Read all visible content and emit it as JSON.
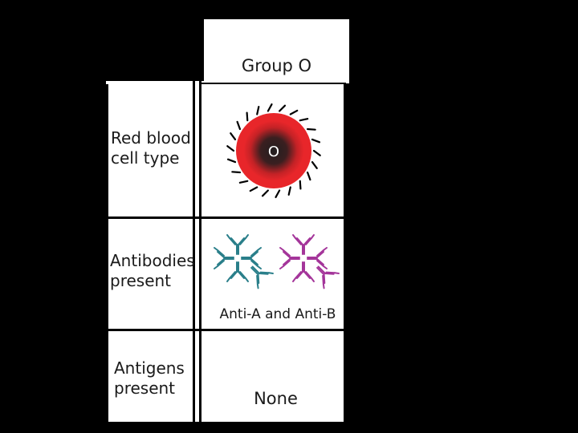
{
  "header": {
    "group": "Group O"
  },
  "rows": [
    {
      "label": "Red blood\ncell type",
      "value": "",
      "cell_letter": "O"
    },
    {
      "label": "Antibodies\npresent",
      "value": "Anti-A and Anti-B"
    },
    {
      "label": "Antigens\npresent",
      "value": "None"
    }
  ],
  "colors": {
    "cell_outer": "#e8262a",
    "cell_inner": "#231f20",
    "antibody_a": "#2a7f8a",
    "antibody_b": "#a4359a",
    "background": "#000000"
  }
}
